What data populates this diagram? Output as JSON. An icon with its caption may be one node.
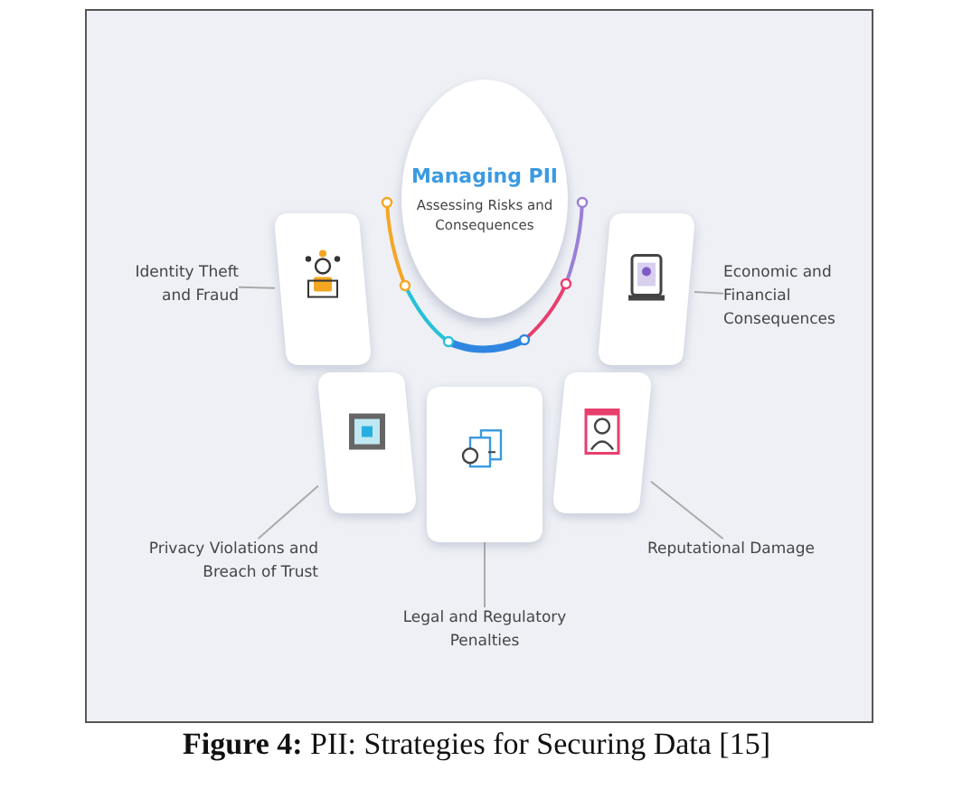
{
  "diagram": {
    "caption": "**Figure 4:** PII: Strategies for Securing Data [15]",
    "nodes": [
      {
        "text": [
          "Managing PII",
          "Assessing Risks and Consequences"
        ]
      },
      {
        "text": [
          "Identity Theft and Fraud"
        ]
      },
      {
        "text": [],
        "shape": "box"
      },
      {
        "text": [],
        "shape": "box"
      },
      {
        "text": [
          "Economic and Financial Consequences"
        ]
      },
      {
        "text": [],
        "shape": "box"
      },
      {
        "text": [],
        "shape": "box"
      },
      {
        "text": [],
        "shape": "box"
      },
      {
        "text": [
          "Privacy Violations and Breach of Trust"
        ]
      },
      {
        "text": [
          "Reputational Damage"
        ]
      },
      {
        "text": [
          "Legal and Regulatory Penalties"
        ]
      }
    ],
    "edges": [
      {
        "from": 1,
        "to": 2,
        "arrow": "none"
      },
      {
        "from": 4,
        "to": 3,
        "arrow": "none"
      },
      {
        "from": 8,
        "to": 5,
        "arrow": "none"
      },
      {
        "from": 10,
        "to": 6,
        "arrow": "none"
      },
      {
        "from": 9,
        "to": 7,
        "arrow": "none"
      }
    ]
  }
}
